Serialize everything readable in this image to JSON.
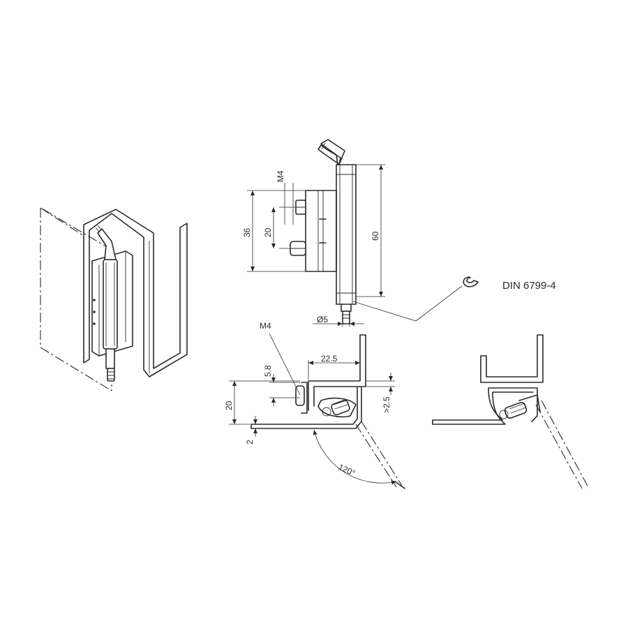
{
  "labels": {
    "m4_top": "M4",
    "dim_36": "36",
    "dim_20_vertical": "20",
    "dim_60": "60",
    "dim_diameter_5": "Ø5",
    "din": "DIN 6799-4",
    "m4_side": "M4",
    "dim_22_5": "22.5",
    "dim_5_8": "5.8",
    "dim_20_side": "20",
    "dim_2_5": ">2.5",
    "dim_2": "2",
    "angle_120": "120°"
  }
}
